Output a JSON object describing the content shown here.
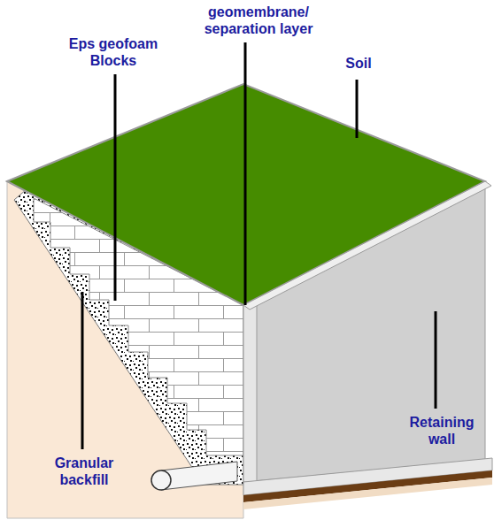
{
  "diagram": {
    "labels": [
      "geomembrane/ separation layer",
      "Eps geofoam Blocks",
      "Soil",
      "Granular backfill",
      "Retaining wall"
    ]
  }
}
